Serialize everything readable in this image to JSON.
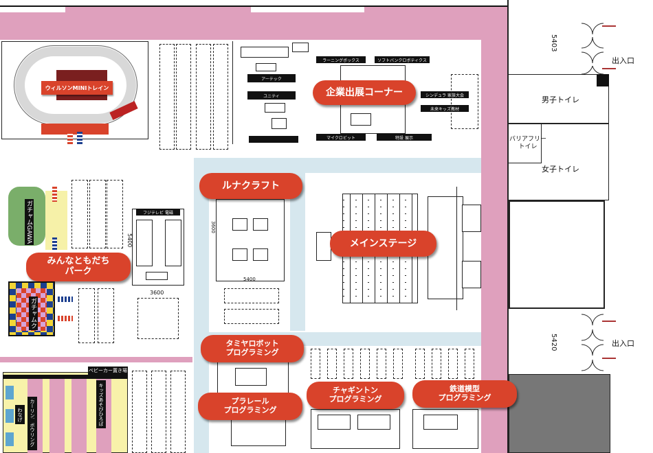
{
  "zones": {
    "corporate": "企業出展コーナー",
    "luna": "ルナクラフト",
    "main_stage": "メインステージ",
    "minna_line1": "みんなともだち",
    "minna_line2": "パーク",
    "tamiya_line1": "タミヤロボット",
    "tamiya_line2": "プログラミング",
    "plarail_line1": "プラレール",
    "plarail_line2": "プログラミング",
    "chagin_line1": "チャギントン",
    "chagin_line2": "プログラミング",
    "railway_line1": "鉄道模型",
    "railway_line2": "プログラミング"
  },
  "train": {
    "name": "ウィルソンMINIトレイン"
  },
  "booths": {
    "artech": "アーテック",
    "unity": "ユニティ",
    "learning_box": "ラーニングボックス",
    "softbank": "ソフトバンクロボティクス",
    "microbit": "マイクロビット",
    "shinjuku": "シンデュラ 家族大会",
    "mirai": "未来キッズ教材",
    "tokusetsu": "特設 展示",
    "fuji_tv": "フジテレビ 電磁"
  },
  "areas": {
    "gachamu": "ガチャムGAWA",
    "gachamu2": "ガチャムク",
    "stroller": "ベビーカー置き場",
    "curling": "カーリング",
    "wanage": "わなげ",
    "bowling": "ボウリング",
    "kids_free": "キッズあそびひろば"
  },
  "facilities": {
    "men_toilet": "男子トイレ",
    "barrier_free_line1": "バリアフリー",
    "barrier_free_line2": "トイレ",
    "women_toilet": "女子トイレ",
    "exit_top": "出入口",
    "exit_bottom": "出入口"
  },
  "dimensions": {
    "d5403": "5403",
    "d5420": "5420",
    "d5400": "5400",
    "d3600": "3600",
    "d3600b": "3600",
    "d5400b": "5400"
  },
  "colors": {
    "accent": "#d9432b",
    "wall": "#dfa0bd",
    "aisle": "#d6e7ee"
  }
}
